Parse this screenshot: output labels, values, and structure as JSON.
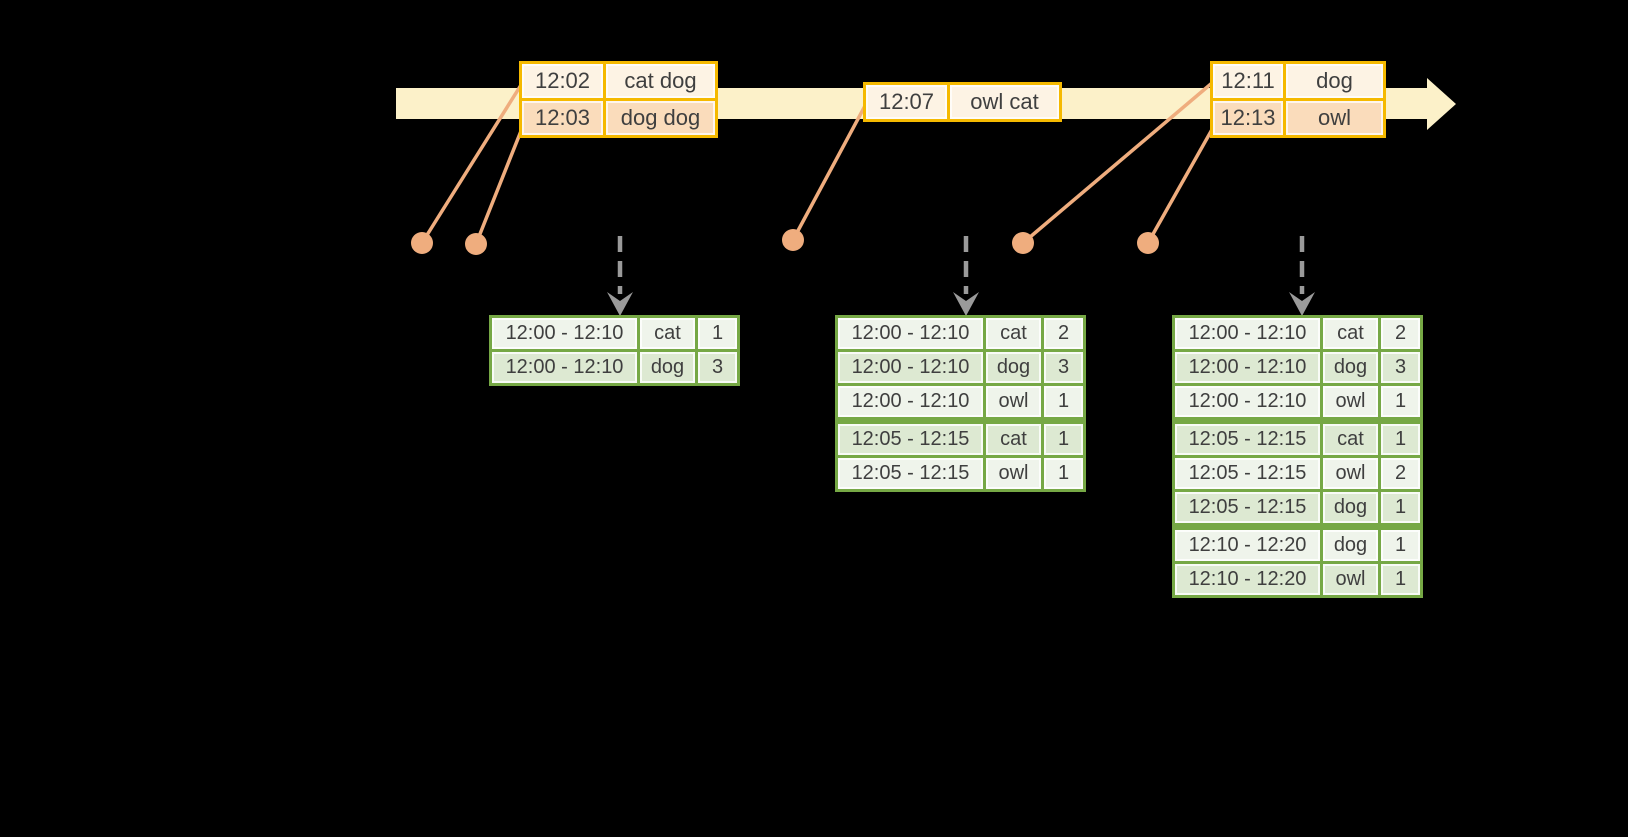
{
  "palette": {
    "bg": "#000000",
    "gold": "#F5B900",
    "peach-dark": "#FADCBB",
    "peach-light": "#FDF3E4",
    "band": "#FCF1C9",
    "salmon": "#EFAD7E",
    "gray": "#9A9A9A",
    "green": "#76A845",
    "green-dark": "#DDE9D2",
    "green-light": "#EFF4EB",
    "text": "#3F3F3F"
  },
  "icons": {
    "timeline_arrow": "right-arrow-band",
    "event_dot": "circle-marker",
    "trigger_arrow": "dashed-down-arrow"
  },
  "timeline": {
    "event_tables": [
      {
        "rows": [
          {
            "time": "12:02",
            "words": "cat dog"
          },
          {
            "time": "12:03",
            "words": "dog dog"
          }
        ]
      },
      {
        "rows": [
          {
            "time": "12:07",
            "words": "owl cat"
          }
        ]
      },
      {
        "rows": [
          {
            "time": "12:11",
            "words": "dog"
          },
          {
            "time": "12:13",
            "words": "owl"
          }
        ]
      }
    ]
  },
  "result_tables": [
    {
      "rows": [
        {
          "window": "12:00 - 12:10",
          "word": "cat",
          "count": "1"
        },
        {
          "window": "12:00 - 12:10",
          "word": "dog",
          "count": "3"
        }
      ]
    },
    {
      "rows": [
        {
          "window": "12:00 - 12:10",
          "word": "cat",
          "count": "2"
        },
        {
          "window": "12:00 - 12:10",
          "word": "dog",
          "count": "3"
        },
        {
          "window": "12:00 - 12:10",
          "word": "owl",
          "count": "1",
          "group_end": true
        },
        {
          "window": "12:05 - 12:15",
          "word": "cat",
          "count": "1"
        },
        {
          "window": "12:05 - 12:15",
          "word": "owl",
          "count": "1"
        }
      ]
    },
    {
      "rows": [
        {
          "window": "12:00 - 12:10",
          "word": "cat",
          "count": "2"
        },
        {
          "window": "12:00 - 12:10",
          "word": "dog",
          "count": "3"
        },
        {
          "window": "12:00 - 12:10",
          "word": "owl",
          "count": "1",
          "group_end": true
        },
        {
          "window": "12:05 - 12:15",
          "word": "cat",
          "count": "1"
        },
        {
          "window": "12:05 - 12:15",
          "word": "owl",
          "count": "2"
        },
        {
          "window": "12:05 - 12:15",
          "word": "dog",
          "count": "1",
          "group_end": true
        },
        {
          "window": "12:10 - 12:20",
          "word": "dog",
          "count": "1"
        },
        {
          "window": "12:10 - 12:20",
          "word": "owl",
          "count": "1"
        }
      ]
    }
  ]
}
